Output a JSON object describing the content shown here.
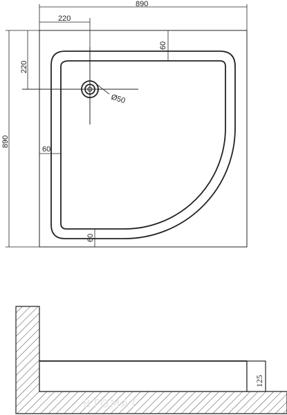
{
  "top_view": {
    "dim_width_total": "890",
    "dim_height_total": "890",
    "dim_drain_offset_x": "220",
    "dim_drain_offset_y": "220",
    "dim_rim_top": "60",
    "dim_rim_left": "60",
    "dim_rim_bottom": "60",
    "dim_drain_diameter": "Ø50"
  },
  "section_view": {
    "dim_height": "125"
  },
  "watermark": "ВТОМАТ"
}
